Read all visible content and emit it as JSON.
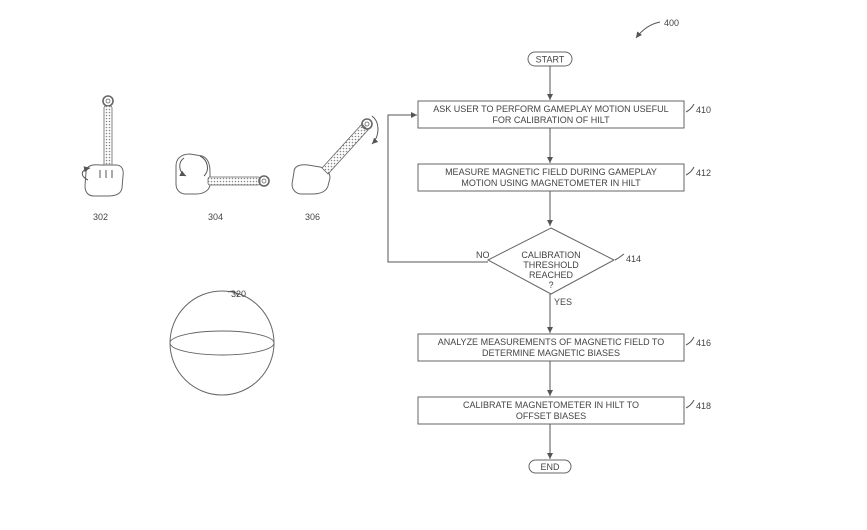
{
  "figure_ref": "400",
  "start_label": "START",
  "end_label": "END",
  "steps": [
    {
      "ref": "410",
      "line1": "ASK USER TO PERFORM GAMEPLAY MOTION USEFUL",
      "line2": "FOR CALIBRATION OF HILT"
    },
    {
      "ref": "412",
      "line1": "MEASURE MAGNETIC FIELD DURING GAMEPLAY",
      "line2": "MOTION USING MAGNETOMETER IN HILT"
    },
    {
      "ref": "416",
      "line1": "ANALYZE MEASUREMENTS OF MAGNETIC FIELD TO",
      "line2": "DETERMINE MAGNETIC BIASES"
    },
    {
      "ref": "418",
      "line1": "CALIBRATE MAGNETOMETER IN HILT TO",
      "line2": "OFFSET BIASES"
    }
  ],
  "decision": {
    "ref": "414",
    "line1": "CALIBRATION",
    "line2": "THRESHOLD",
    "line3": "REACHED",
    "line4": "?",
    "yes_label": "YES",
    "no_label": "NO"
  },
  "gestures": [
    {
      "ref": "302"
    },
    {
      "ref": "304"
    },
    {
      "ref": "306"
    }
  ],
  "sphere_ref": "320"
}
